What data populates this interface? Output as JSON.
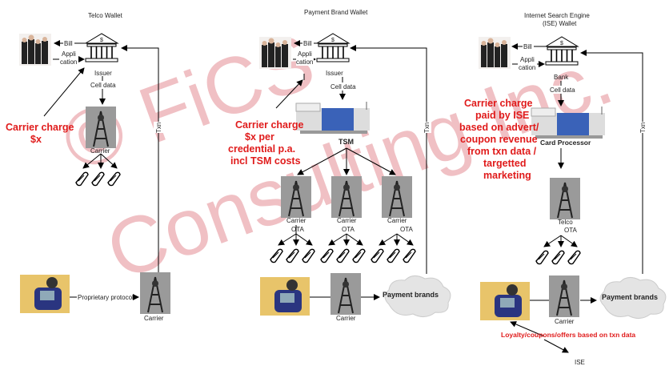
{
  "telco": {
    "title": "Telco Wallet",
    "bill": "Bill",
    "app1": "Appli",
    "app2": "cation",
    "issuer": "Issuer",
    "cell_data": "Cell data",
    "carrier": "Carrier",
    "txn": "Txn",
    "protocol": "Proprietary protocol",
    "carrier_bottom": "Carrier",
    "charge": [
      "Carrier charge",
      "$x"
    ]
  },
  "payment": {
    "title": "Payment Brand Wallet",
    "bill": "Bill",
    "app1": "Appli",
    "app2": "cation",
    "issuer": "Issuer",
    "cell_data": "Cell data",
    "tsm": "TSM",
    "carrier": "Carrier",
    "ota": "OTA",
    "txn": "Txn",
    "carrier_bottom": "Carrier",
    "cloud": "Payment brands",
    "charge": [
      "Carrier charge",
      "$x per",
      "credential p.a.",
      "incl TSM costs"
    ]
  },
  "ise": {
    "title": [
      "Internet Search Engine",
      "(ISE) Wallet"
    ],
    "bill": "Bill",
    "app1": "Appli",
    "app2": "cation",
    "bank": "Bank",
    "cell_data": "Cell data",
    "processor": "Card Processor",
    "telco": "Telco",
    "ota": "OTA",
    "txn": "Txn",
    "carrier_bottom": "Carrier",
    "cloud": "Payment brands",
    "charge": [
      "Carrier charge",
      "paid by ISE",
      "based on advert/",
      "coupon revenue",
      "from txn data /",
      "targetted",
      "marketing"
    ],
    "loyalty": "Loyalty/coupons/offers based on txn data",
    "ise_label": "ISE"
  },
  "watermark": [
    "© FiCS",
    "Consulting Inc."
  ]
}
